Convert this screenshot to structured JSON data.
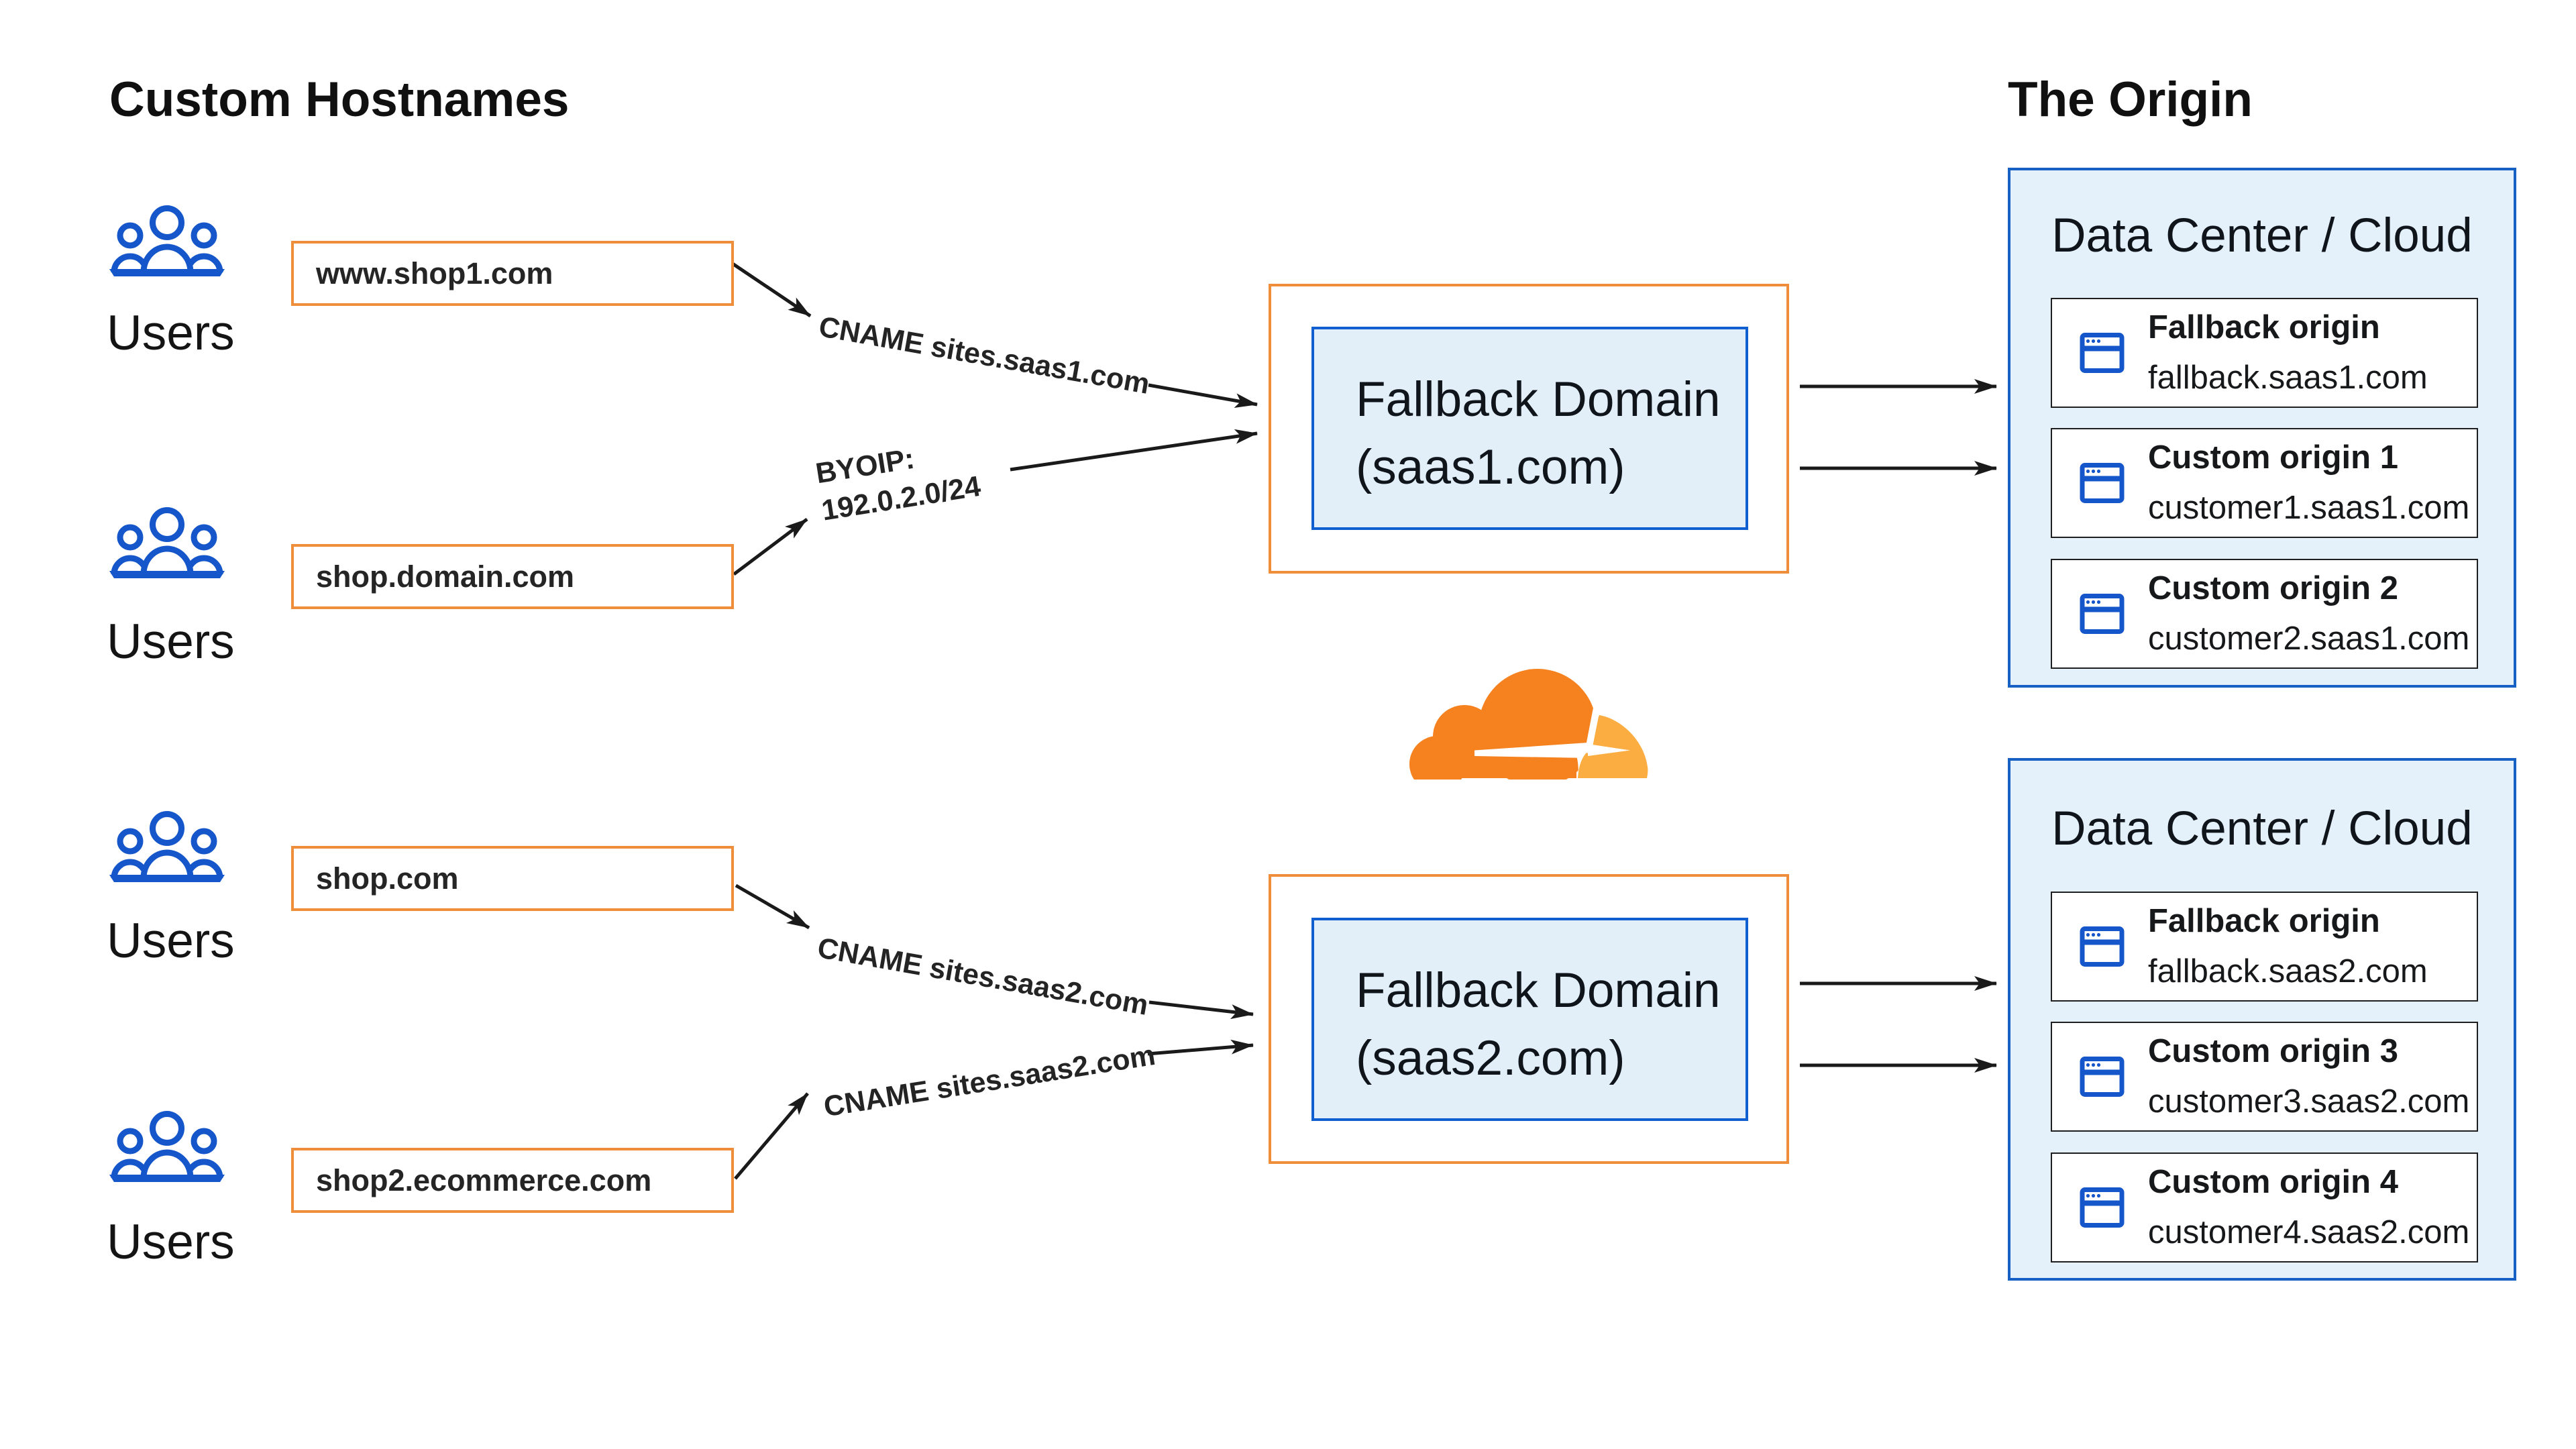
{
  "titles": {
    "left": "Custom Hostnames",
    "right": "The Origin"
  },
  "users_label": "Users",
  "hostnames": [
    "www.shop1.com",
    "shop.domain.com",
    "shop.com",
    "shop2.ecommerce.com"
  ],
  "route_labels": {
    "cname_saas1": "CNAME sites.saas1.com",
    "byoip_line1": "BYOIP:",
    "byoip_line2": "192.0.2.0/24",
    "cname_saas2_upper": "CNAME sites.saas2.com",
    "cname_saas2_lower": "CNAME sites.saas2.com"
  },
  "fallback_domains": [
    {
      "line1": "Fallback Domain",
      "line2": "(saas1.com)"
    },
    {
      "line1": "Fallback Domain",
      "line2": "(saas2.com)"
    }
  ],
  "data_centers": [
    {
      "title": "Data Center / Cloud",
      "origins": [
        {
          "name": "Fallback origin",
          "host": "fallback.saas1.com"
        },
        {
          "name": "Custom origin 1",
          "host": "customer1.saas1.com"
        },
        {
          "name": "Custom origin 2",
          "host": "customer2.saas1.com"
        }
      ]
    },
    {
      "title": "Data Center / Cloud",
      "origins": [
        {
          "name": "Fallback origin",
          "host": "fallback.saas2.com"
        },
        {
          "name": "Custom origin 3",
          "host": "customer3.saas2.com"
        },
        {
          "name": "Custom origin 4",
          "host": "customer4.saas2.com"
        }
      ]
    }
  ],
  "icons": {
    "users": "users-icon",
    "browser": "browser-window-icon",
    "cloudflare": "cloudflare-logo-icon"
  },
  "colors": {
    "orange_border": "#EF8E3A",
    "cloudflare_orange": "#F6821F",
    "cloudflare_light_orange": "#FBAD41",
    "blue_border": "#0F5FD0",
    "dc_blue_border": "#1761C4",
    "icon_blue": "#1556CA",
    "light_blue_fill": "#E2EFF9",
    "dc_fill": "#E4F1FA",
    "arrow_black": "#1A1A1A",
    "background": "#FFFFFF"
  }
}
